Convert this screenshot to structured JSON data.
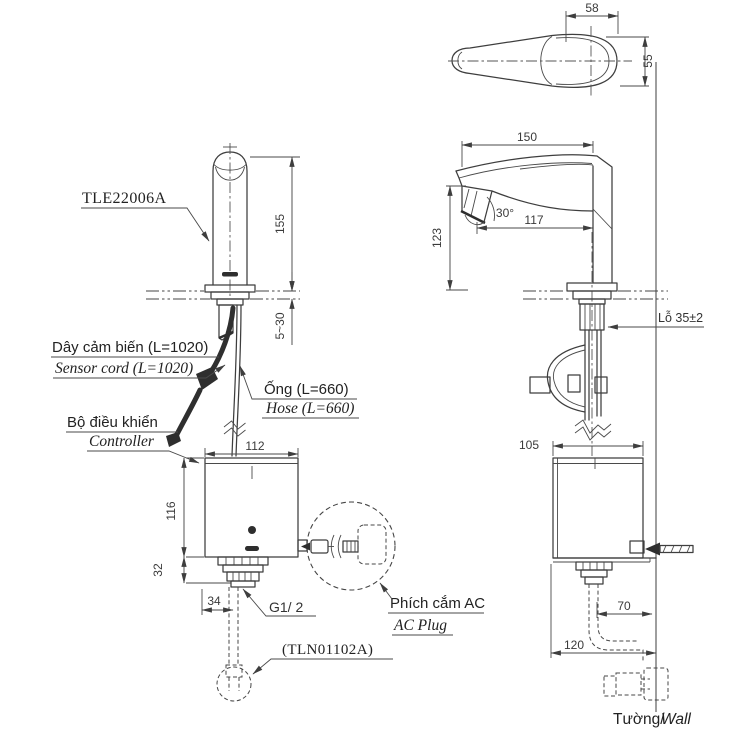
{
  "colors": {
    "line": "#3e3e3e",
    "text": "#2b2b2b",
    "background": "#ffffff"
  },
  "labels": {
    "product_code": "TLE22006A",
    "sensor_cord_vi": "Dây cảm biến (L=1020)",
    "sensor_cord_en": "Sensor cord (L=1020)",
    "hose_vi": "Ống (L=660)",
    "hose_en": "Hose (L=660)",
    "controller_vi": "Bộ điều khiển",
    "controller_en": "Controller",
    "thread_size": "G1/ 2",
    "ac_plug_vi": "Phích cắm AC",
    "ac_plug_en": "AC Plug",
    "drain_code": "(TLN01102A)",
    "hole_note": "Lỗ 35±2",
    "wall_vi": "Tường/",
    "wall_en": "Wall"
  },
  "dims": {
    "handle_w": "58",
    "handle_d": "55",
    "spout_reach": "150",
    "tip_height": "123",
    "aerator_reach": "117",
    "angle": "30°",
    "height": "155",
    "deck": "5~30",
    "box_w": "112",
    "box_h": "116",
    "box_shank": "32",
    "outlet_offset": "34",
    "box_depth": "105",
    "pipe_wall": "70",
    "box_wall": "120"
  }
}
